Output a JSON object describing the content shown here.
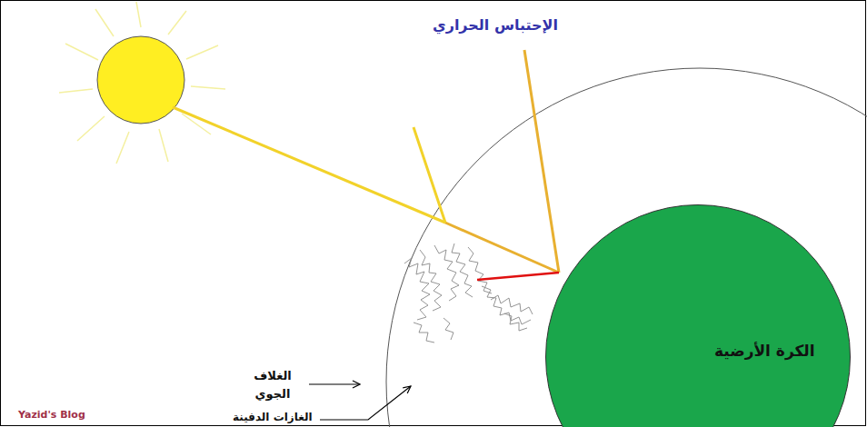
{
  "diagram": {
    "title": "الإحتباس الحراري",
    "nodes": [
      {
        "text": [
          "الكرة الأرضية"
        ]
      }
    ],
    "labels": [
      "الغلاف الجوي",
      "الغازات الدفينة",
      "Yazid's Blog"
    ]
  }
}
